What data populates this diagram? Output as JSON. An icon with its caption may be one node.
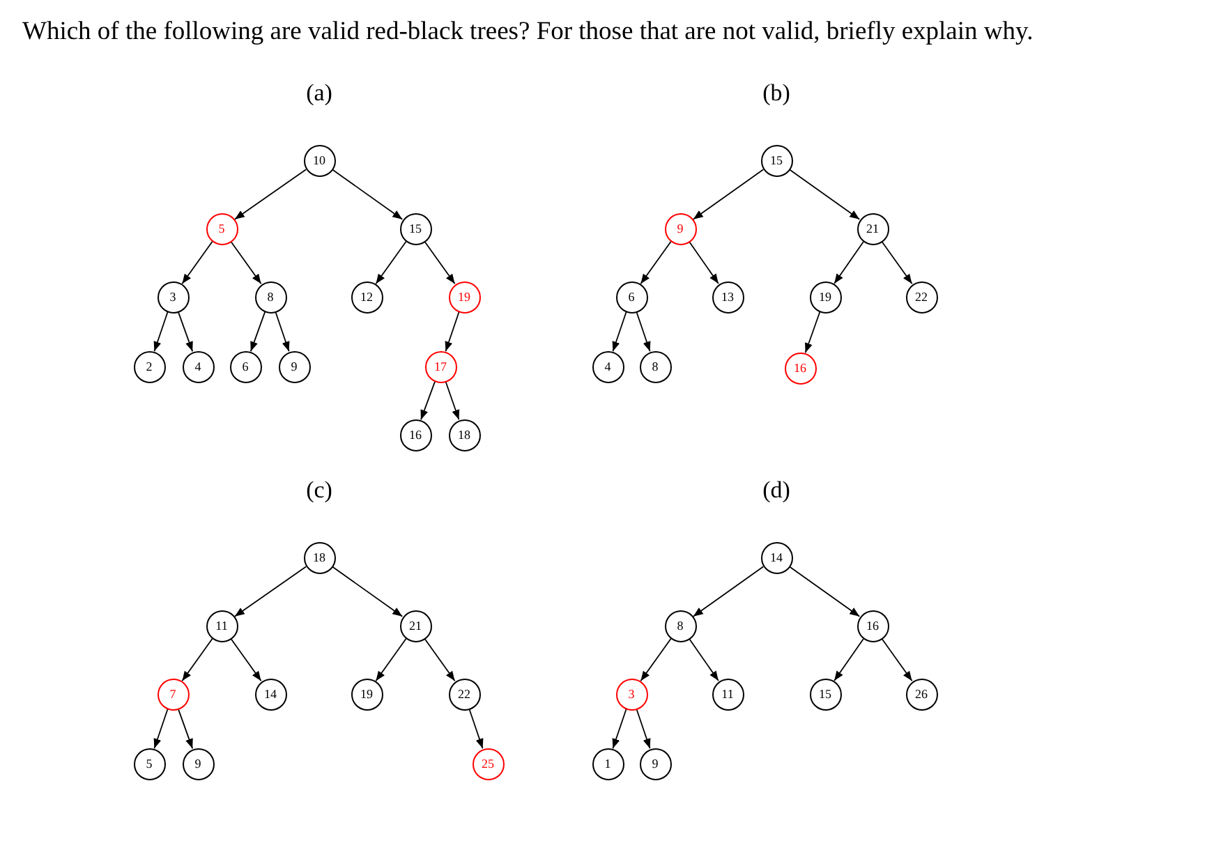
{
  "diagram": {
    "title": "Which of the following are valid red-black trees? For those that are not valid, briefly explain why.",
    "nodes": [
      {
        "text": [
          "10"
        ]
      },
      {
        "text": [
          "5"
        ]
      },
      {
        "text": [
          "15"
        ]
      },
      {
        "text": [
          "3"
        ]
      },
      {
        "text": [
          "8"
        ]
      },
      {
        "text": [
          "12"
        ]
      },
      {
        "text": [
          "19"
        ]
      },
      {
        "text": [
          "2"
        ]
      },
      {
        "text": [
          "4"
        ]
      },
      {
        "text": [
          "6"
        ]
      },
      {
        "text": [
          "9"
        ]
      },
      {
        "text": [
          "17"
        ]
      },
      {
        "text": [
          "16"
        ]
      },
      {
        "text": [
          "18"
        ]
      },
      {
        "text": [
          "15"
        ]
      },
      {
        "text": [
          "9"
        ]
      },
      {
        "text": [
          "21"
        ]
      },
      {
        "text": [
          "6"
        ]
      },
      {
        "text": [
          "13"
        ]
      },
      {
        "text": [
          "19"
        ]
      },
      {
        "text": [
          "22"
        ]
      },
      {
        "text": [
          "4"
        ]
      },
      {
        "text": [
          "8"
        ]
      },
      {
        "text": [
          "16"
        ]
      },
      {
        "text": [
          "18"
        ]
      },
      {
        "text": [
          "11"
        ]
      },
      {
        "text": [
          "21"
        ]
      },
      {
        "text": [
          "7"
        ]
      },
      {
        "text": [
          "14"
        ]
      },
      {
        "text": [
          "19"
        ]
      },
      {
        "text": [
          "22"
        ]
      },
      {
        "text": [
          "5"
        ]
      },
      {
        "text": [
          "9"
        ]
      },
      {
        "text": [
          "25"
        ]
      },
      {
        "text": [
          "14"
        ]
      },
      {
        "text": [
          "8"
        ]
      },
      {
        "text": [
          "16"
        ]
      },
      {
        "text": [
          "3"
        ]
      },
      {
        "text": [
          "11"
        ]
      },
      {
        "text": [
          "15"
        ]
      },
      {
        "text": [
          "26"
        ]
      },
      {
        "text": [
          "1"
        ]
      },
      {
        "text": [
          "9"
        ]
      }
    ],
    "edges": [
      {
        "from": 0,
        "to": 1,
        "arrow": "to"
      },
      {
        "from": 0,
        "to": 2,
        "arrow": "to"
      },
      {
        "from": 1,
        "to": 3,
        "arrow": "to"
      },
      {
        "from": 1,
        "to": 4,
        "arrow": "to"
      },
      {
        "from": 2,
        "to": 5,
        "arrow": "to"
      },
      {
        "from": 2,
        "to": 6,
        "arrow": "to"
      },
      {
        "from": 3,
        "to": 7,
        "arrow": "to"
      },
      {
        "from": 3,
        "to": 8,
        "arrow": "to"
      },
      {
        "from": 4,
        "to": 9,
        "arrow": "to"
      },
      {
        "from": 4,
        "to": 10,
        "arrow": "to"
      },
      {
        "from": 6,
        "to": 11,
        "arrow": "to"
      },
      {
        "from": 11,
        "to": 12,
        "arrow": "to"
      },
      {
        "from": 11,
        "to": 13,
        "arrow": "to"
      },
      {
        "from": 14,
        "to": 15,
        "arrow": "to"
      },
      {
        "from": 14,
        "to": 16,
        "arrow": "to"
      },
      {
        "from": 15,
        "to": 17,
        "arrow": "to"
      },
      {
        "from": 15,
        "to": 18,
        "arrow": "to"
      },
      {
        "from": 16,
        "to": 19,
        "arrow": "to"
      },
      {
        "from": 16,
        "to": 20,
        "arrow": "to"
      },
      {
        "from": 17,
        "to": 21,
        "arrow": "to"
      },
      {
        "from": 17,
        "to": 22,
        "arrow": "to"
      },
      {
        "from": 19,
        "to": 23,
        "arrow": "to"
      },
      {
        "from": 24,
        "to": 25,
        "arrow": "to"
      },
      {
        "from": 24,
        "to": 26,
        "arrow": "to"
      },
      {
        "from": 25,
        "to": 27,
        "arrow": "to"
      },
      {
        "from": 25,
        "to": 28,
        "arrow": "to"
      },
      {
        "from": 26,
        "to": 29,
        "arrow": "to"
      },
      {
        "from": 26,
        "to": 30,
        "arrow": "to"
      },
      {
        "from": 27,
        "to": 31,
        "arrow": "to"
      },
      {
        "from": 27,
        "to": 32,
        "arrow": "to"
      },
      {
        "from": 30,
        "to": 33,
        "arrow": "to"
      },
      {
        "from": 34,
        "to": 35,
        "arrow": "to"
      },
      {
        "from": 34,
        "to": 36,
        "arrow": "to"
      },
      {
        "from": 35,
        "to": 37,
        "arrow": "to"
      },
      {
        "from": 35,
        "to": 38,
        "arrow": "to"
      },
      {
        "from": 36,
        "to": 39,
        "arrow": "to"
      },
      {
        "from": 36,
        "to": 40,
        "arrow": "to"
      },
      {
        "from": 37,
        "to": 41,
        "arrow": "to"
      },
      {
        "from": 37,
        "to": 42,
        "arrow": "to"
      }
    ],
    "labels": [
      "(a)",
      "(b)",
      "(c)",
      "(d)"
    ]
  }
}
